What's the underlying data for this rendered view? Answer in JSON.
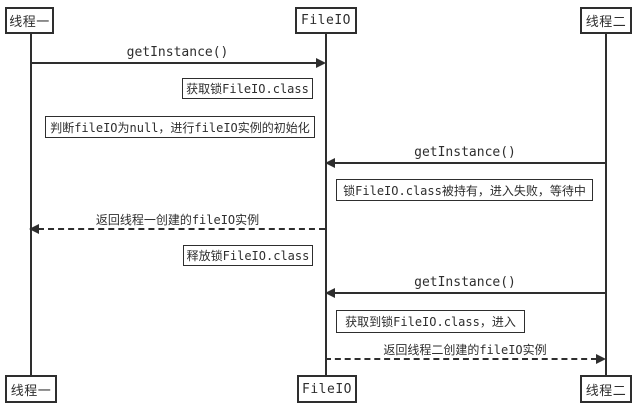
{
  "diagram": {
    "type": "sequence-diagram",
    "colors": {
      "line": "#2e2e2e",
      "background": "#ffffff"
    },
    "actors": [
      {
        "label": "线程一"
      },
      {
        "label": "FileIO"
      },
      {
        "label": "线程二"
      }
    ],
    "messages": [
      {
        "label": "getInstance()",
        "from": "线程一",
        "to": "FileIO",
        "style": "solid"
      },
      {
        "label": "getInstance()",
        "from": "线程二",
        "to": "FileIO",
        "style": "solid"
      },
      {
        "label": "返回线程一创建的fileIO实例",
        "from": "FileIO",
        "to": "线程一",
        "style": "dashed"
      },
      {
        "label": "getInstance()",
        "from": "线程二",
        "to": "FileIO",
        "style": "solid"
      },
      {
        "label": "返回线程二创建的fileIO实例",
        "from": "FileIO",
        "to": "线程二",
        "style": "dashed"
      }
    ],
    "notes": [
      {
        "text": "获取锁FileIO.class"
      },
      {
        "text": "判断fileIO为null，进行fileIO实例的初始化"
      },
      {
        "text": "锁FileIO.class被持有，进入失败，等待中"
      },
      {
        "text": "释放锁FileIO.class"
      },
      {
        "text": "获取到锁FileIO.class，进入"
      }
    ]
  }
}
